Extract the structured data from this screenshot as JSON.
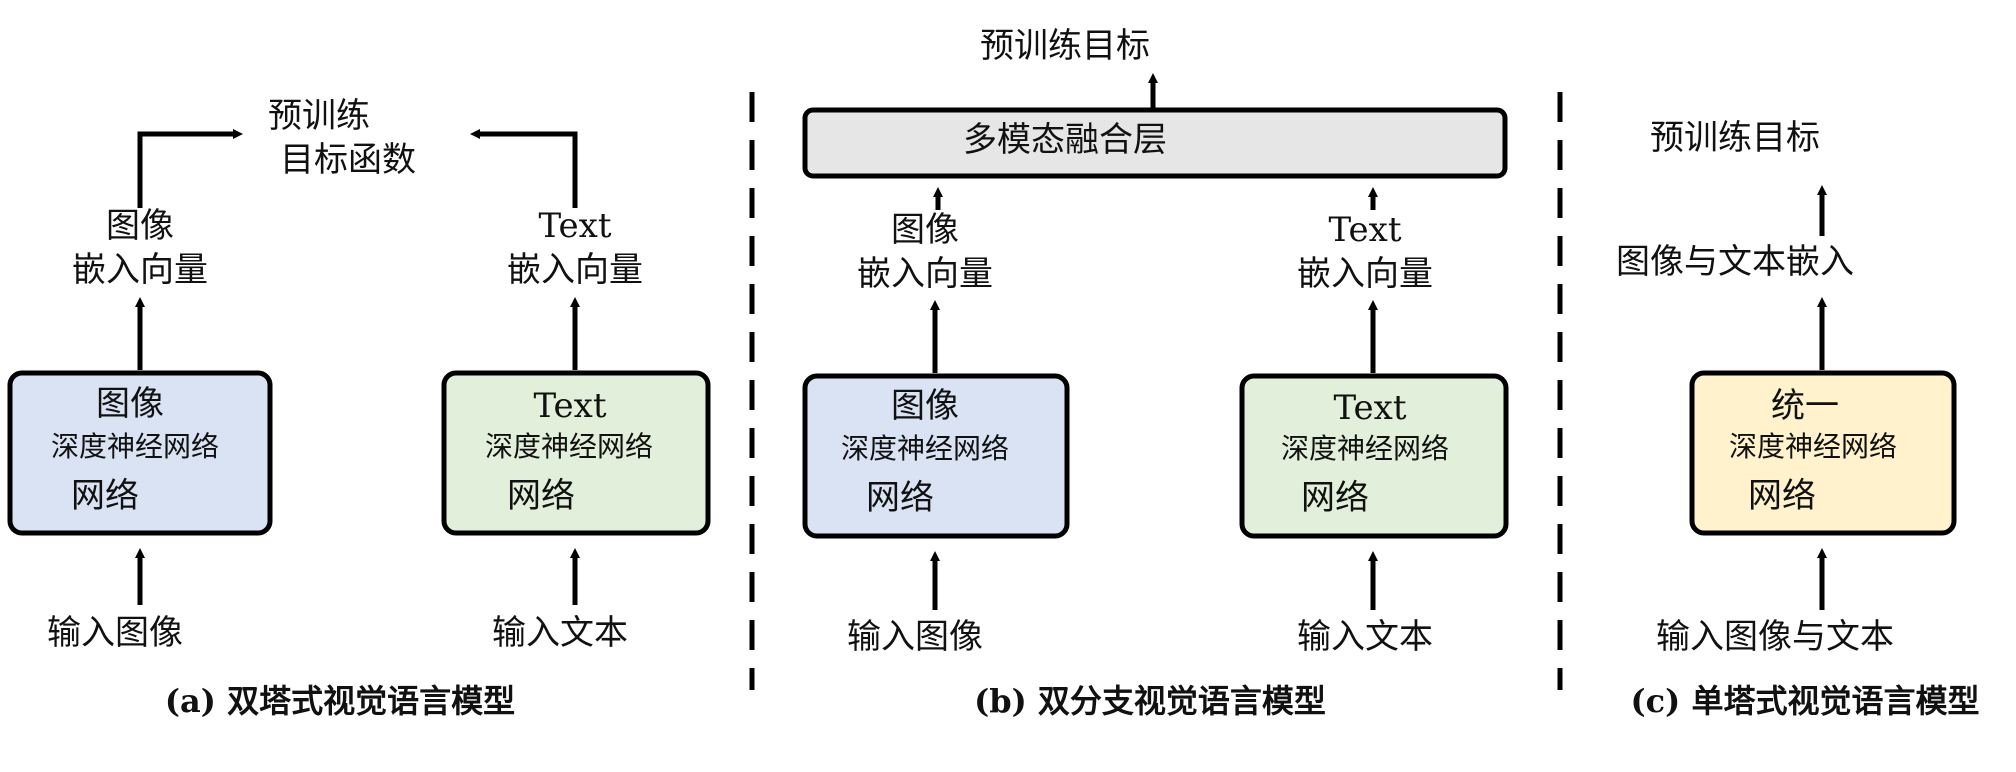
{
  "panel_a": {
    "objective_line1": "预训练",
    "objective_line2": "目标函数",
    "image_emb_line1": "图像",
    "image_emb_line2": "嵌入向量",
    "text_emb_line1": "Text",
    "text_emb_line2": "嵌入向量",
    "image_box_title": "图像",
    "image_box_sub": "深度神经网络",
    "image_box_tail": "网络",
    "text_box_title": "Text",
    "text_box_sub": "深度神经网络",
    "text_box_tail": "网络",
    "input_image": "输入图像",
    "input_text": "输入文本",
    "caption": "(a) 双塔式视觉语言模型"
  },
  "panel_b": {
    "objective": "预训练目标",
    "fusion_layer": "多模态融合层",
    "image_emb_line1": "图像",
    "image_emb_line2": "嵌入向量",
    "text_emb_line1": "Text",
    "text_emb_line2": "嵌入向量",
    "image_box_title": "图像",
    "image_box_sub": "深度神经网络",
    "image_box_tail": "网络",
    "text_box_title": "Text",
    "text_box_sub": "深度神经网络",
    "text_box_tail": "网络",
    "input_image": "输入图像",
    "input_text": "输入文本",
    "caption": "(b) 双分支视觉语言模型"
  },
  "panel_c": {
    "objective": "预训练目标",
    "embedding": "图像与文本嵌入",
    "box_title": "统一",
    "box_sub": "深度神经网络",
    "box_tail": "网络",
    "input": "输入图像与文本",
    "caption": "(c) 单塔式视觉语言模型"
  },
  "colors": {
    "image_box_fill": "#dae3f3",
    "text_box_fill": "#e2efda",
    "unified_box_fill": "#fff2cc",
    "fusion_fill": "#e6e6e6",
    "stroke": "#000000"
  }
}
